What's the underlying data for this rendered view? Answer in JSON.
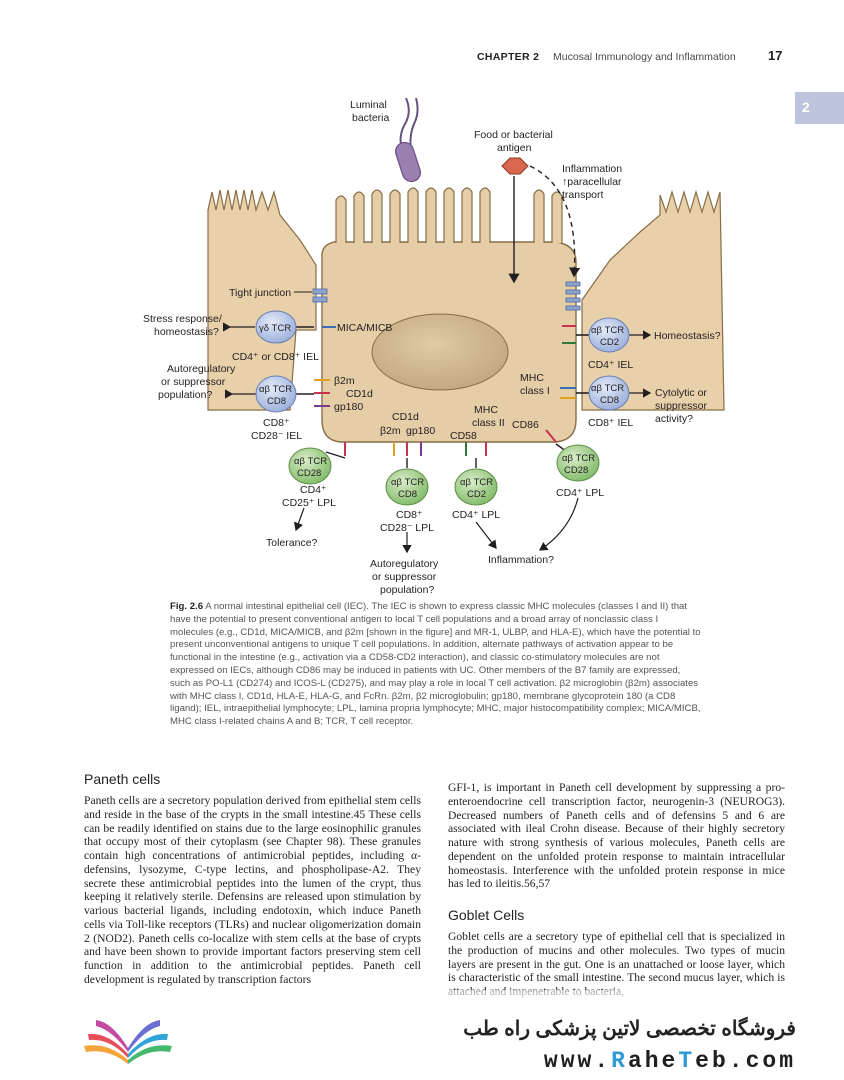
{
  "header": {
    "chapter": "CHAPTER 2",
    "title": "Mucosal Immunology and Inflammation",
    "page_number": "17",
    "side_tab": "2"
  },
  "figure": {
    "labels": {
      "luminal": [
        "Luminal",
        "bacteria"
      ],
      "food": [
        "Food or bacterial",
        "antigen"
      ],
      "inflammation_paracellular": [
        "Inflammation",
        "↑paracellular",
        "transport"
      ],
      "tight_junction": "Tight junction",
      "stress": [
        "Stress response/",
        "homeostasis?"
      ],
      "gd_tcr": "γδ TCR",
      "mica": "MICA/MICB",
      "cd4_cd8_iel": "CD4⁺ or CD8⁺ IEL",
      "autoreg_left": [
        "Autoregulatory",
        "or suppressor",
        "population?"
      ],
      "ab_tcr": "αβ TCR",
      "cd8": "CD8",
      "cd2": "CD2",
      "cd28": "CD28",
      "b2m": "β2m",
      "cd1d": "CD1d",
      "gp180": "gp180",
      "cd8_cd28_iel": [
        "CD8⁺",
        "CD28⁻ IEL"
      ],
      "mhc_class1": [
        "MHC",
        "class I"
      ],
      "mhc_class2": [
        "MHC",
        "class II"
      ],
      "cd58": "CD58",
      "cd86": "CD86",
      "homeostasis": "Homeostasis?",
      "cd4_iel": "CD4⁺ IEL",
      "cytolytic": [
        "Cytolytic or",
        "suppressor",
        "activity?"
      ],
      "cd8_iel": "CD8⁺ IEL",
      "cd4_cd25_lpl": [
        "CD4⁺",
        "CD25⁺ LPL"
      ],
      "cd8_cd28_lpl": [
        "CD8⁺",
        "CD28⁻ LPL"
      ],
      "cd4_lpl": "CD4⁺ LPL",
      "tolerance": "Tolerance?",
      "autoreg_bottom": [
        "Autoregulatory",
        "or suppressor",
        "population?"
      ],
      "inflammation_q": "Inflammation?"
    },
    "caption_label": "Fig. 2.6",
    "caption_text": "A normal intestinal epithelial cell (IEC). The IEC is shown to express classic MHC molecules (classes I and II) that have the potential to present conventional antigen to local T cell populations and a broad array of nonclassic class I molecules (e.g., CD1d, MICA/MICB, and β2m [shown in the figure] and MR-1, ULBP, and HLA-E), which have the potential to present unconventional antigens to unique T cell populations. In addition, alternate pathways of activation appear to be functional in the intestine (e.g., activation via a CD58-CD2 interaction), and classic co-stimulatory molecules are not expressed on IECs, although CD86 may be induced in patients with UC. Other members of the B7 family are expressed, such as PO-L1 (CD274) and ICOS-L (CD275), and may play a role in local T cell activation. β2 microglobin (β2m) associates with MHC class I, CD1d, HLA-E, HLA-G, and FcRn. β2m, β2 microglobulin; gp180, membrane glycoprotein 180 (a CD8 ligand); IEL, intraepithelial lymphocyte; LPL, lamina propria lymphocyte; MHC, major histocompatibility complex; MICA/MICB, MHC class I-related chains A and B; TCR, T cell receptor."
  },
  "sections": {
    "paneth_heading": "Paneth cells",
    "paneth_text": "Paneth cells are a secretory population derived from epithelial stem cells and reside in the base of the crypts in the small intestine.45 These cells can be readily identified on stains due to the large eosinophilic granules that occupy most of their cytoplasm (see Chapter 98). These granules contain high concentrations of antimicrobial peptides, including α-defensins, lysozyme, C-type lectins, and phospholipase-A2. They secrete these antimicrobial peptides into the lumen of the crypt, thus keeping it relatively sterile. Defensins are released upon stimulation by various bacterial ligands, including endotoxin, which induce Paneth cells via Toll-like receptors (TLRs) and nuclear oligomerization domain 2 (NOD2). Paneth cells co-localize with stem cells at the base of crypts and have been shown to provide important factors preserving stem cell function in addition to the antimicrobial peptides. Paneth cell development is regulated by transcription factors",
    "paneth_continued": "GFI-1, is important in Paneth cell development by suppressing a pro-enteroendocrine cell transcription factor, neurogenin-3 (NEUROG3). Decreased numbers of Paneth cells and of defensins 5 and 6 are associated with ileal Crohn disease. Because of their highly secretory nature with strong synthesis of various molecules, Paneth cells are dependent on the unfolded protein response to maintain intracellular homeostasis. Interference with the unfolded protein response in mice has led to ileitis.56,57",
    "goblet_heading": "Goblet Cells",
    "goblet_text": "Goblet cells are a secretory type of epithelial cell that is specialized in the production of mucins and other molecules. Two types of mucin layers are present in the gut. One is an unattached or loose layer, which is characteristic of the small intestine. The second mucus layer, which is attached and impenetrable to bacteria,"
  },
  "watermark": {
    "shop_name": "فروشگاه تخصصی لاتین پزشکی راه طب",
    "site_prefix": "www.",
    "site_r": "R",
    "site_ahe": "ahe",
    "site_t": "T",
    "site_eb": "eb",
    "site_suffix": ".com"
  },
  "colors": {
    "cell_fill": "#e5cda7",
    "nucleus": "#c9b08a",
    "tcell": "#b7c6e6",
    "lpl": "#9cc988",
    "bacteria": "#9a7fb1",
    "antigen": "#d9674d",
    "tab": "#bdc4dd"
  }
}
